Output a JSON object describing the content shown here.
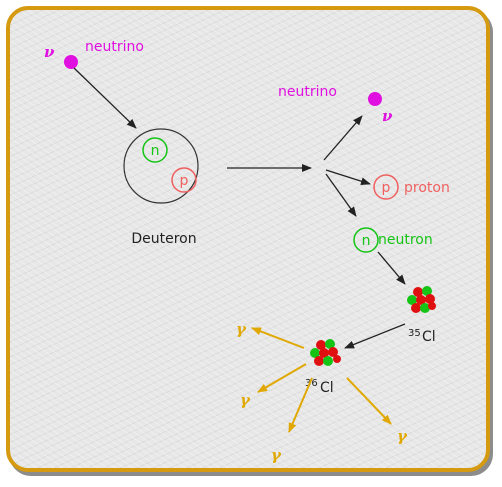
{
  "colors": {
    "frame": "#d59a10",
    "neutrino": "#e010e0",
    "neutron": "#16c416",
    "proton": "#f06060",
    "gamma": "#e0a800",
    "arrow": "#222222"
  },
  "labels": {
    "neutrino_in": "neutrino",
    "nu_in": "ν",
    "neutrino_out": "neutrino",
    "nu_out": "ν",
    "deuteron": "Deuteron",
    "n_in_deuteron": "n",
    "p_in_deuteron": "p",
    "p_out": "p",
    "proton": "proton",
    "n_out": "n",
    "neutron": "neutron",
    "cl35_mass": "35",
    "cl35_symbol": "Cl",
    "cl36_mass": "36",
    "cl36_symbol": "Cl",
    "gamma": "γ"
  }
}
